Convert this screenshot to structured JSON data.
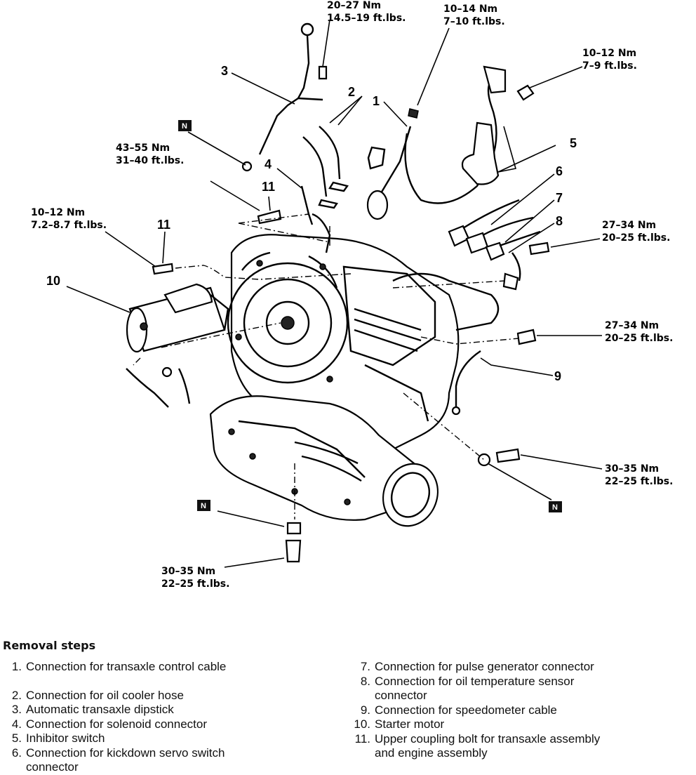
{
  "diagram": {
    "torque_labels": [
      {
        "id": "t1",
        "nm": "20–27 Nm",
        "ftlbs": "14.5–19  ft.lbs."
      },
      {
        "id": "t2",
        "nm": "10–14 Nm",
        "ftlbs": "7–10  ft.lbs."
      },
      {
        "id": "t3",
        "nm": "10–12 Nm",
        "ftlbs": "7–9  ft.lbs."
      },
      {
        "id": "t4",
        "nm": "43–55 Nm",
        "ftlbs": "31–40  ft.lbs."
      },
      {
        "id": "t5",
        "nm": "10–12 Nm",
        "ftlbs": "7.2–8.7  ft.lbs."
      },
      {
        "id": "t6",
        "nm": "27–34 Nm",
        "ftlbs": "20–25  ft.lbs."
      },
      {
        "id": "t7",
        "nm": "27–34 Nm",
        "ftlbs": "20–25  ft.lbs."
      },
      {
        "id": "t8",
        "nm": "30–35 Nm",
        "ftlbs": "22–25  ft.lbs."
      },
      {
        "id": "t9",
        "nm": "30–35 Nm",
        "ftlbs": "22–25  ft.lbs."
      }
    ],
    "callouts": [
      "1",
      "2",
      "3",
      "4",
      "5",
      "6",
      "7",
      "8",
      "9",
      "10",
      "11",
      "11"
    ],
    "new_part_marker": "N"
  },
  "removal": {
    "title": "Removal steps",
    "steps_left": [
      {
        "n": "1.",
        "text": "Connection for transaxle control cable"
      },
      {
        "n": "2.",
        "text": "Connection for oil cooler hose"
      },
      {
        "n": "3.",
        "text": "Automatic transaxle dipstick"
      },
      {
        "n": "4.",
        "text": "Connection for solenoid connector"
      },
      {
        "n": "5.",
        "text": "Inhibitor switch"
      },
      {
        "n": "6.",
        "text": "Connection for kickdown servo switch connector"
      }
    ],
    "steps_right": [
      {
        "n": "7.",
        "text": "Connection for pulse generator connector"
      },
      {
        "n": "8.",
        "text": "Connection for oil temperature sensor connector"
      },
      {
        "n": "9.",
        "text": "Connection for speedometer cable"
      },
      {
        "n": "10.",
        "text": "Starter motor"
      },
      {
        "n": "11.",
        "text": "Upper coupling bolt for transaxle assembly and engine assembly"
      }
    ]
  }
}
